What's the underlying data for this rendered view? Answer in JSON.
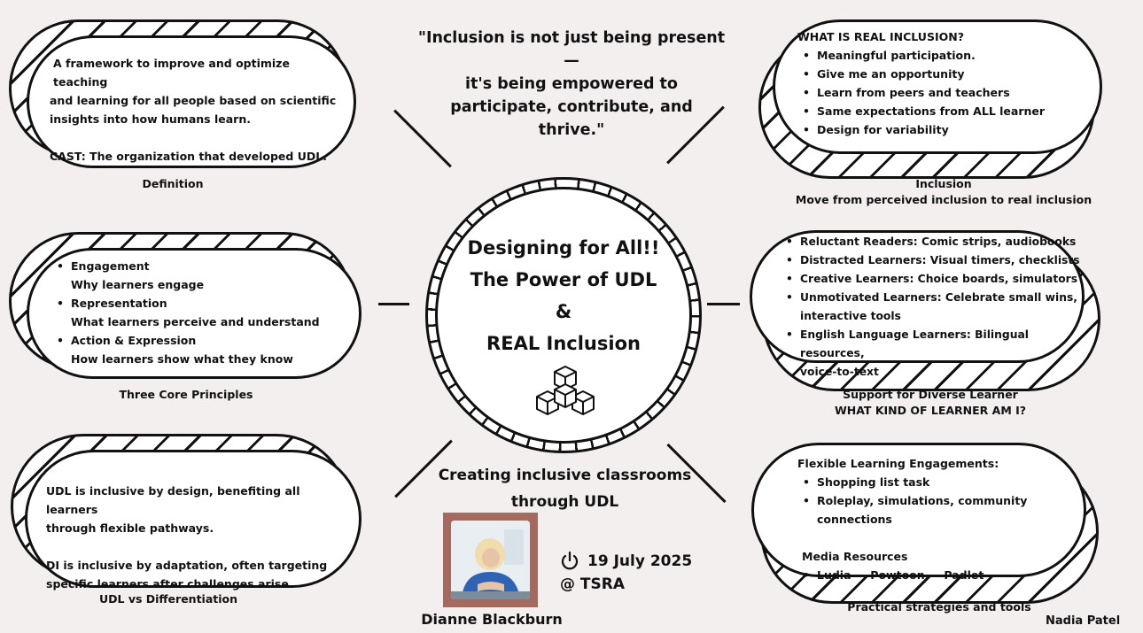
{
  "quote": {
    "line1": "\"Inclusion is not just being present—",
    "line2": "it's being empowered to",
    "line3": "participate, contribute, and thrive.\""
  },
  "center": {
    "line1": "Designing for All!!",
    "line2": "The Power of UDL",
    "line3": "&",
    "line4": "REAL Inclusion",
    "icon": "stacked-cubes-icon"
  },
  "definition": {
    "lines": [
      "A framework to improve and optimize teaching",
      "and learning for all people based on scientific",
      "insights into how humans learn.",
      "CAST: The organization that developed UDL."
    ],
    "caption": "Definition"
  },
  "inclusion": {
    "heading": "WHAT IS REAL INCLUSION?",
    "items": [
      "Meaningful participation.",
      "Give me an opportunity",
      "Learn from peers and teachers",
      "Same expectations from ALL learner",
      "Design for variability"
    ],
    "caption1": "Inclusion",
    "caption2": "Move from perceived inclusion to real inclusion"
  },
  "principles": {
    "items": [
      {
        "label": "Engagement",
        "sub": "Why learners engage"
      },
      {
        "label": "Representation",
        "sub": "What learners perceive and understand"
      },
      {
        "label": "Action & Expression",
        "sub": "How learners show what they know"
      }
    ],
    "caption": "Three Core Principles"
  },
  "diverse": {
    "items": [
      "Reluctant Readers: Comic strips, audiobooks",
      "Distracted Learners: Visual timers, checklists",
      "Creative Learners: Choice boards, simulators",
      "Unmotivated Learners: Celebrate small wins,",
      "interactive tools",
      "English Language Learners: Bilingual resources,",
      "voice-to-text"
    ],
    "caption1": "Support for Diverse Learner",
    "caption2": "WHAT KIND OF LEARNER AM I?"
  },
  "udl_vs_di": {
    "lines": [
      "UDL is inclusive by design, benefiting all learners",
      "through flexible pathways.",
      "DI is inclusive by adaptation, often targeting",
      "specific learners after challenges arise."
    ],
    "caption": "UDL vs Differentiation"
  },
  "strategies": {
    "heading1": "Flexible Learning Engagements:",
    "items": [
      "Shopping list task",
      "Roleplay, simulations, community connections"
    ],
    "heading2": "Media Resources",
    "media": "Ludia     Powtoon     Padlet",
    "caption": "Practical strategies and tools"
  },
  "bottom": {
    "title1": "Creating inclusive classrooms",
    "title2": "through UDL",
    "date": "19 July 2025",
    "venue": "@ TSRA",
    "author": "Dianne Blackburn",
    "signature": "Nadia Patel"
  }
}
